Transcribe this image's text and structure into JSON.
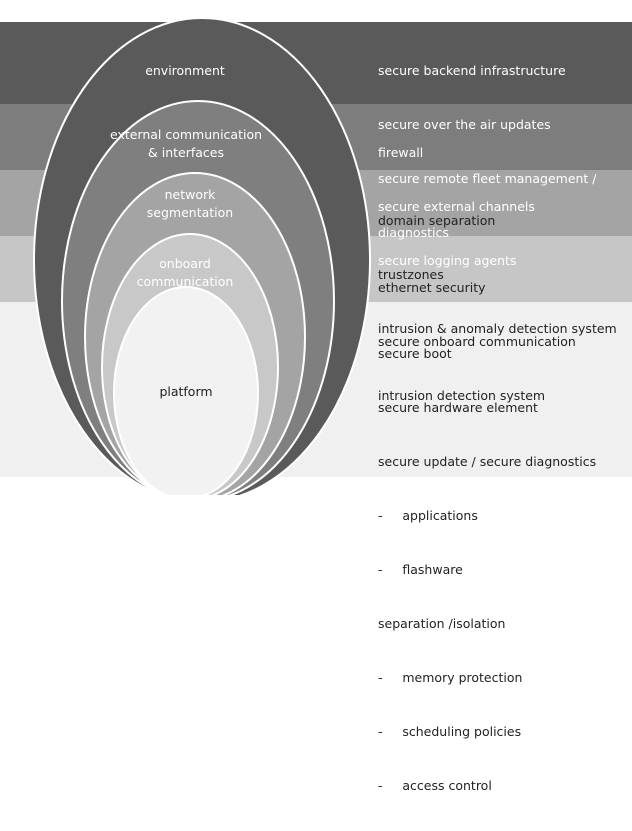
{
  "colors": {
    "band_environment": "#5a5a5a",
    "band_external": "#7d7d7d",
    "band_network": "#a4a4a4",
    "band_onboard": "#c6c6c6",
    "band_platform": "#f0f0f0",
    "ring_environment": "#5a5a5a",
    "ring_external": "#7f7f7f",
    "ring_network": "#a4a4a4",
    "ring_onboard": "#c8c8c8",
    "ring_platform": "#f2f2f2"
  },
  "layers": [
    {
      "label_lines": [
        "environment"
      ],
      "measures": [
        "secure backend infrastructure",
        "secure over the air updates",
        "secure remote fleet management /",
        "diagnostics"
      ]
    },
    {
      "label_lines": [
        "external communication",
        "& interfaces"
      ],
      "measures": [
        "firewall",
        "secure external channels",
        "secure logging agents"
      ]
    },
    {
      "label_lines": [
        "network",
        "segmentation"
      ],
      "measures": [
        "domain separation",
        "trustzones",
        "intrusion & anomaly detection system"
      ]
    },
    {
      "label_lines": [
        "onboard",
        "communication"
      ],
      "measures": [
        "ethernet security",
        "secure onboard communication",
        "intrusion detection system"
      ]
    },
    {
      "label_lines": [
        "platform"
      ],
      "measures": [
        "secure boot",
        "secure hardware element",
        "secure update / secure diagnostics",
        "-     applications",
        "-     flashware",
        "separation /isolation",
        "-     memory protection",
        "-     scheduling policies",
        "-     access control"
      ]
    }
  ]
}
